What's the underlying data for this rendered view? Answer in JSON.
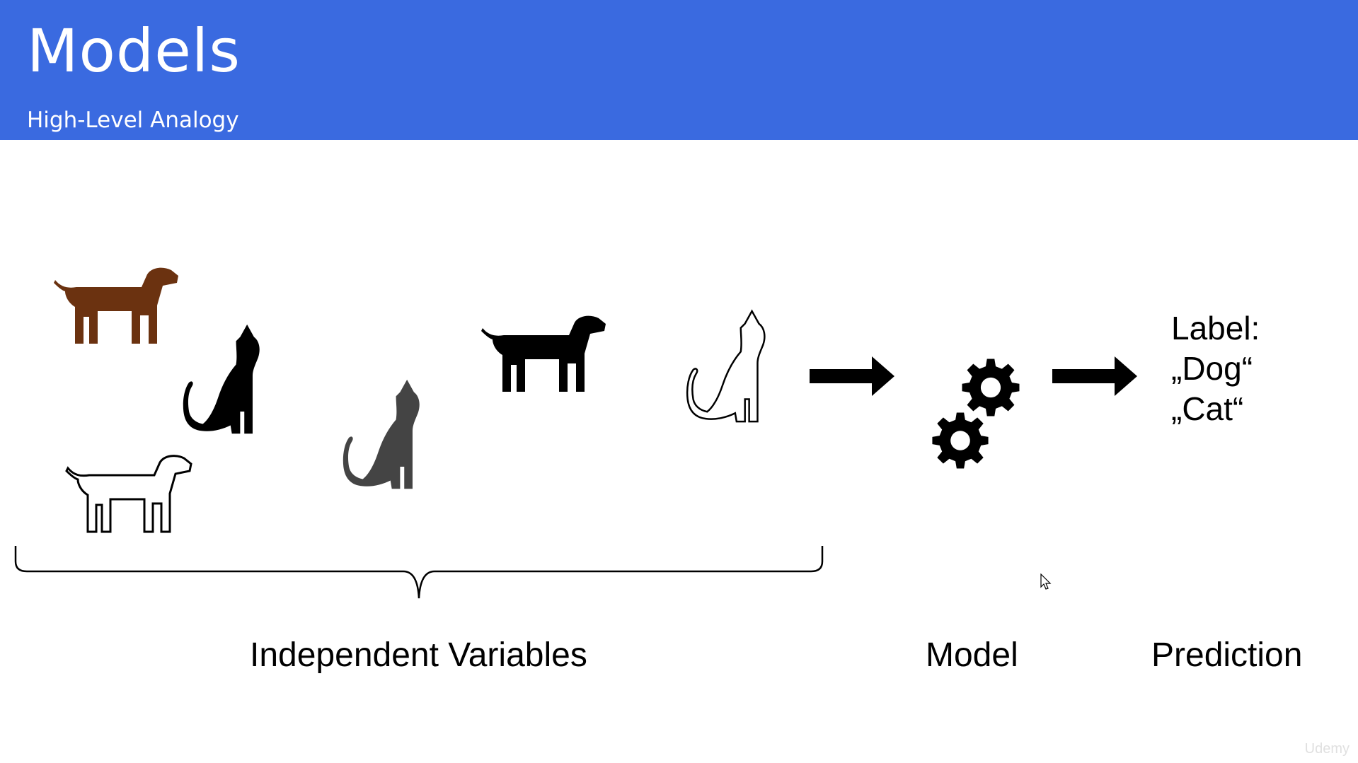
{
  "slide": {
    "title": "Models",
    "subtitle": "High-Level Analogy"
  },
  "colors": {
    "header_bg": "#3a6ae0",
    "dog_brown": "#6b3210",
    "icon_black": "#000000",
    "cat_gray": "#444444"
  },
  "icons": [
    "dog-brown-icon",
    "cat-black-icon",
    "dog-outline-icon",
    "cat-gray-icon",
    "dog-black-icon",
    "cat-outline-icon",
    "arrow-right-icon",
    "gears-icon",
    "arrow-right-icon",
    "brace-icon",
    "cursor-icon"
  ],
  "prediction": {
    "label_heading": "Label:",
    "options": [
      "„Dog“",
      "„Cat“"
    ]
  },
  "captions": {
    "independent_variables": "Independent Variables",
    "model": "Model",
    "prediction": "Prediction"
  },
  "watermark": "Udemy"
}
